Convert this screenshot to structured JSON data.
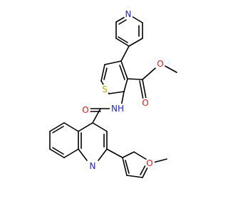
{
  "structure": {
    "atoms": {
      "pyridine_n": {
        "label": "N",
        "color": "#1f1fd1"
      },
      "thiophene_s": {
        "label": "S",
        "color": "#b8a500"
      },
      "ester_carbonyl_o": {
        "label": "O",
        "color": "#e01a1a"
      },
      "ester_ether_o": {
        "label": "O",
        "color": "#e01a1a"
      },
      "amide_nh": {
        "label": "NH",
        "color": "#1f1fd1"
      },
      "amide_o": {
        "label": "O",
        "color": "#e01a1a"
      },
      "quinoline_n": {
        "label": "N",
        "color": "#1f1fd1"
      },
      "furan_o": {
        "label": "O",
        "color": "#e01a1a"
      }
    }
  }
}
